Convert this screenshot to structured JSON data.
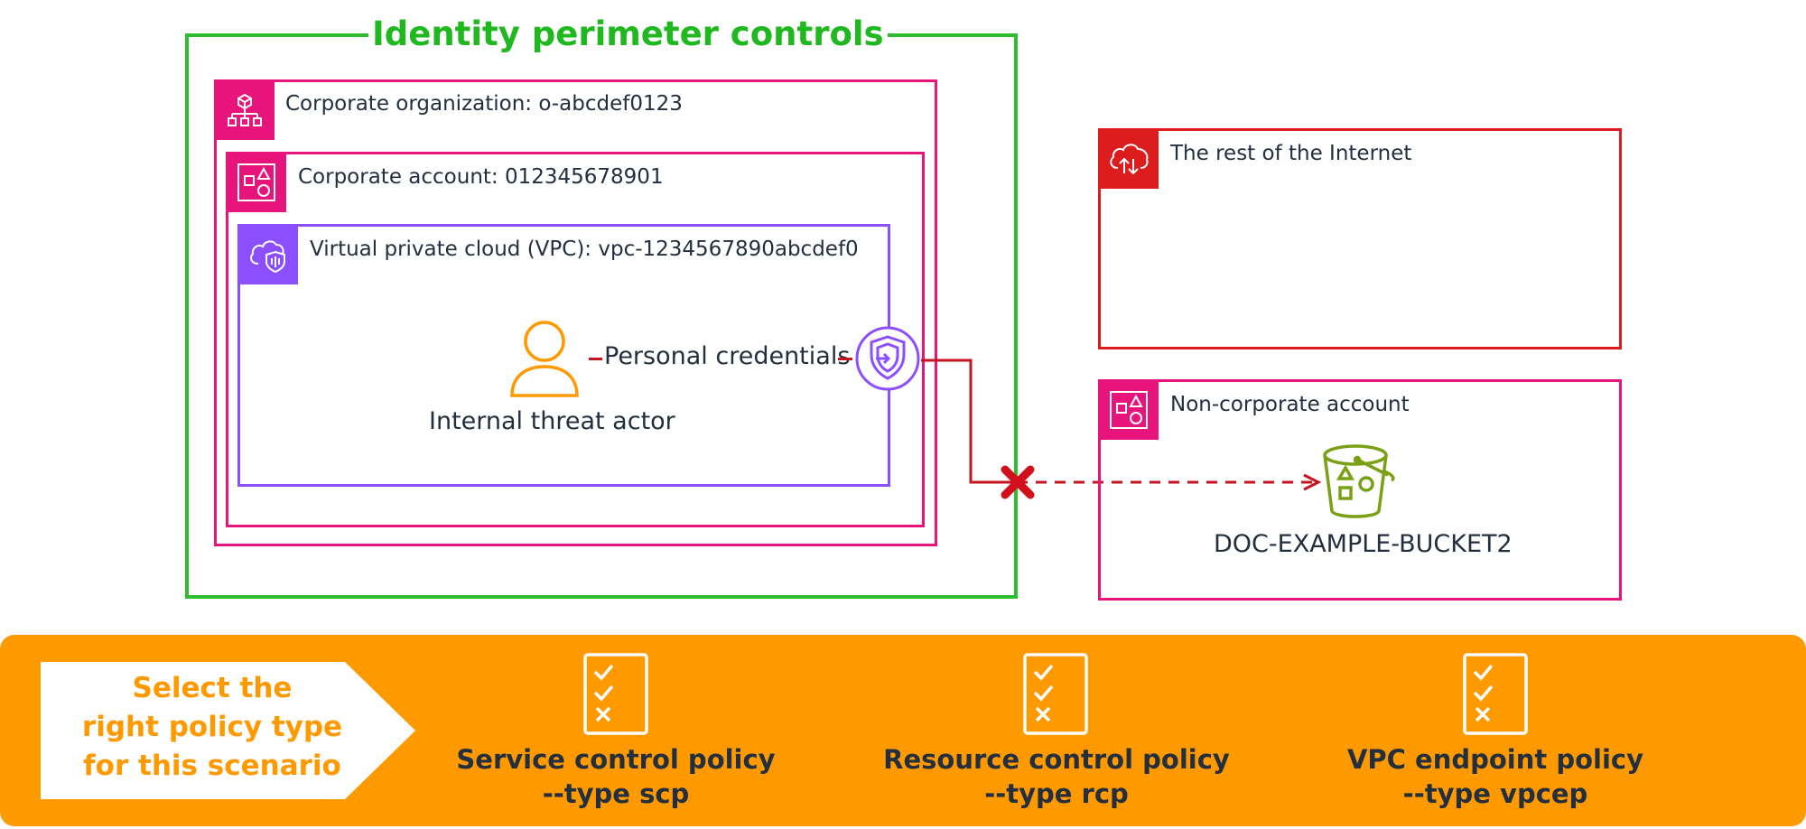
{
  "perimeter": {
    "title": "Identity perimeter controls",
    "color": "#2ebd2e"
  },
  "organization": {
    "label": "Corporate organization: o-abcdef0123",
    "icon": "organization-icon",
    "color": "#e7157b"
  },
  "corporate_account": {
    "label": "Corporate account: 012345678901",
    "icon": "account-icon",
    "color": "#e7157b"
  },
  "vpc": {
    "label": "Virtual private cloud (VPC): vpc-1234567890abcdef0",
    "icon": "vpc-cloud-shield-icon",
    "color": "#8c4fff"
  },
  "actor": {
    "label": "Internal threat actor",
    "icon": "user-icon",
    "color": "#ff9900"
  },
  "connection": {
    "label": "Personal credentials",
    "endpoint_icon": "vpc-endpoint-icon",
    "blocked_icon": "blocked-x-icon",
    "color": "#c7131f"
  },
  "internet": {
    "label": "The rest of the Internet",
    "icon": "internet-cloud-icon",
    "color": "#dd1d1d"
  },
  "non_corporate_account": {
    "label": "Non-corporate account",
    "icon": "account-icon",
    "color": "#e7157b"
  },
  "bucket": {
    "label": "DOC-EXAMPLE-BUCKET2",
    "icon": "s3-bucket-icon",
    "color": "#7aa116"
  },
  "banner": {
    "color": "#ff9900",
    "prompt_lines": [
      "Select the",
      "right policy type",
      "for this scenario"
    ],
    "options": [
      {
        "name": "Service control policy",
        "cmd": "--type scp",
        "icon": "checklist-icon"
      },
      {
        "name": "Resource control policy",
        "cmd": "--type rcp",
        "icon": "checklist-icon"
      },
      {
        "name": "VPC endpoint policy",
        "cmd": "--type vpcep",
        "icon": "checklist-icon"
      }
    ]
  }
}
